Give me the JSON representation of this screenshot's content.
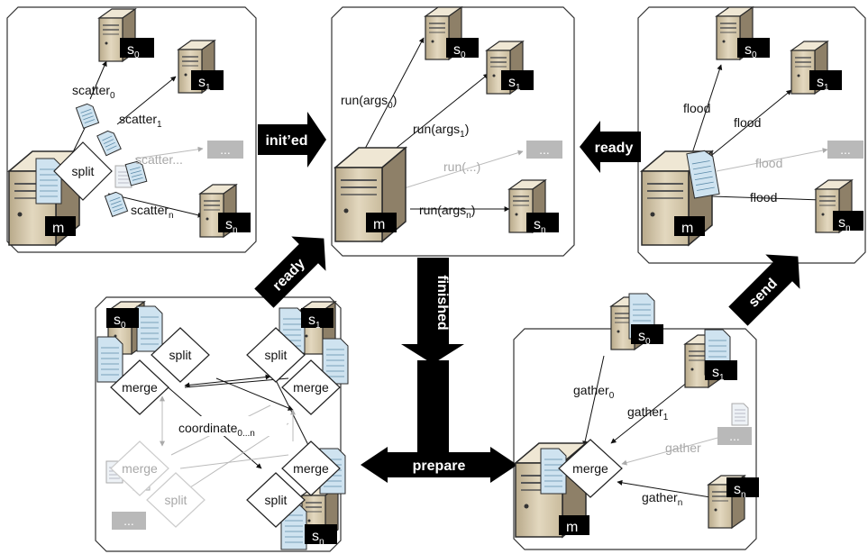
{
  "panels": {
    "scatter": {
      "servers": {
        "s0": {
          "base": "s",
          "sub": "0"
        },
        "s1": {
          "base": "s",
          "sub": "1"
        },
        "sn": {
          "base": "s",
          "sub": "n"
        },
        "m": "m"
      },
      "labels": {
        "scatter0": {
          "base": "scatter",
          "sub": "0"
        },
        "scatter1": {
          "base": "scatter",
          "sub": "1"
        },
        "scatterDots": "scatter...",
        "scatterN": {
          "base": "scatter",
          "sub": "n"
        },
        "split": "split",
        "ellipsis": "..."
      }
    },
    "run": {
      "servers": {
        "s0": {
          "base": "s",
          "sub": "0"
        },
        "s1": {
          "base": "s",
          "sub": "1"
        },
        "sn": {
          "base": "s",
          "sub": "n"
        },
        "m": "m"
      },
      "labels": {
        "run0": {
          "pre": "run(args",
          "sub": "0",
          "post": ")"
        },
        "run1": {
          "pre": "run(args",
          "sub": "1",
          "post": ")"
        },
        "runDots": "run(...)",
        "runN": {
          "pre": "run(args",
          "sub": "n",
          "post": ")"
        },
        "ellipsis": "..."
      }
    },
    "flood": {
      "servers": {
        "s0": {
          "base": "s",
          "sub": "0"
        },
        "s1": {
          "base": "s",
          "sub": "1"
        },
        "sn": {
          "base": "s",
          "sub": "n"
        },
        "m": "m"
      },
      "labels": {
        "flood": "flood",
        "ellipsis": "..."
      }
    },
    "coordinate": {
      "servers": {
        "s0": {
          "base": "s",
          "sub": "0"
        },
        "s1": {
          "base": "s",
          "sub": "1"
        },
        "sn": {
          "base": "s",
          "sub": "n"
        }
      },
      "labels": {
        "split": "split",
        "merge": "merge",
        "coordinate": {
          "base": "coordinate",
          "sub": "0...n"
        },
        "ellipsis": "..."
      }
    },
    "gather": {
      "servers": {
        "s0": {
          "base": "s",
          "sub": "0"
        },
        "s1": {
          "base": "s",
          "sub": "1"
        },
        "sn": {
          "base": "s",
          "sub": "n"
        },
        "m": "m"
      },
      "labels": {
        "gather0": {
          "base": "gather",
          "sub": "0"
        },
        "gather1": {
          "base": "gather",
          "sub": "1"
        },
        "gatherDots": "gather",
        "gatherN": {
          "base": "gather",
          "sub": "n"
        },
        "merge": "merge",
        "ellipsis": "..."
      }
    }
  },
  "transitions": {
    "initd": "init’ed",
    "ready_top": "ready",
    "ready_diag": "ready",
    "finished": "finished",
    "prepare": "prepare",
    "send": "send"
  },
  "colors": {
    "arrow": "#000000",
    "grey_label": "#a8a8a8",
    "document": "#cfe3f0",
    "server_body": "#d9cdb0"
  }
}
